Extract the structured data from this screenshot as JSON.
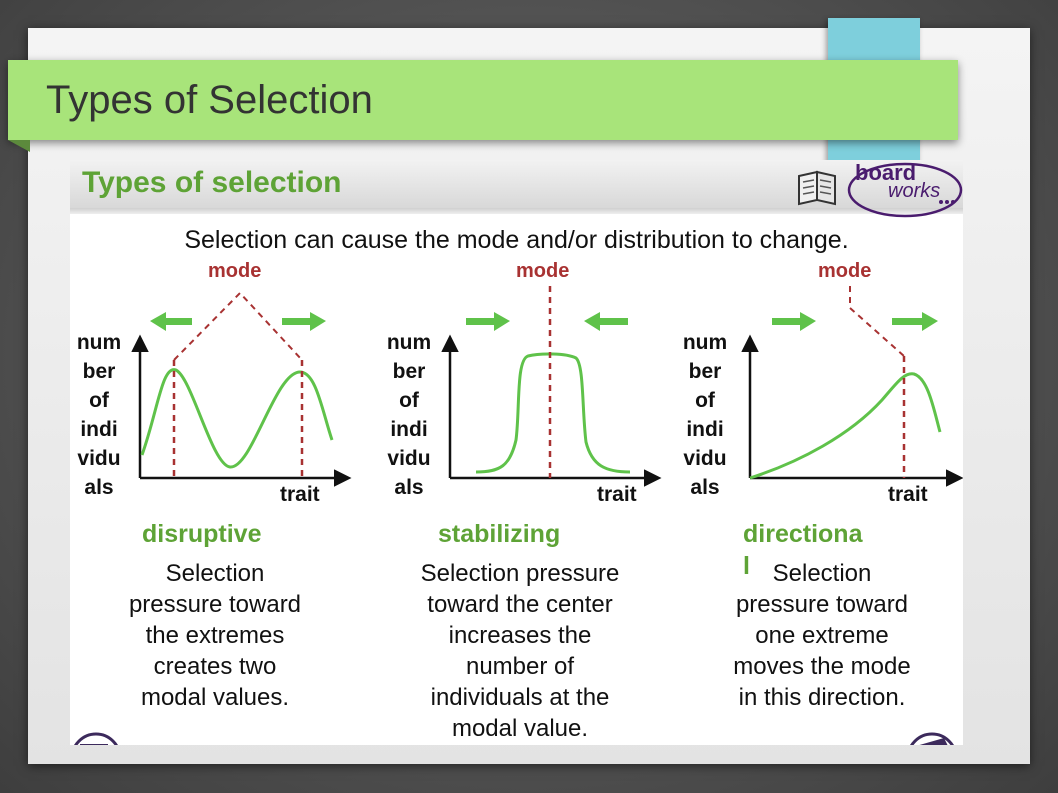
{
  "slide": {
    "title": "Types of Selection"
  },
  "panel": {
    "title": "Types of selection",
    "logo": {
      "line1": "board",
      "line2": "works",
      "icon": "book-icon"
    },
    "intro": "Selection can cause the mode and/or distribution to change.",
    "graphs": [
      {
        "mode_label": "mode",
        "ylabel_lines": [
          "num",
          "ber",
          "of",
          "indi",
          "vidu",
          "als"
        ],
        "xlabel": "trait",
        "type": "disruptive",
        "description_lines": [
          "Selection",
          "pressure toward",
          "the extremes",
          "creates two",
          "modal values."
        ]
      },
      {
        "mode_label": "mode",
        "ylabel_lines": [
          "num",
          "ber",
          "of",
          "indi",
          "vidu",
          "als"
        ],
        "xlabel": "trait",
        "type": "stabilizing",
        "description_lines": [
          "Selection pressure",
          "toward the center",
          "increases the",
          "number of",
          "individuals at the",
          "modal value."
        ]
      },
      {
        "mode_label": "mode",
        "ylabel_lines": [
          "num",
          "ber",
          "of",
          "indi",
          "vidu",
          "als"
        ],
        "xlabel": "trait",
        "type_lines": [
          "directiona",
          "l"
        ],
        "description_lines": [
          "Selection",
          "pressure toward",
          "one extreme",
          "moves the mode",
          "in this direction."
        ]
      }
    ]
  },
  "colors": {
    "title_bar": "#a8e47a",
    "accent_tab": "#7ecfdc",
    "green_text": "#5ea336",
    "curve": "#5fc24a",
    "mode_line": "#a83232",
    "arrow": "#5fc24a"
  }
}
